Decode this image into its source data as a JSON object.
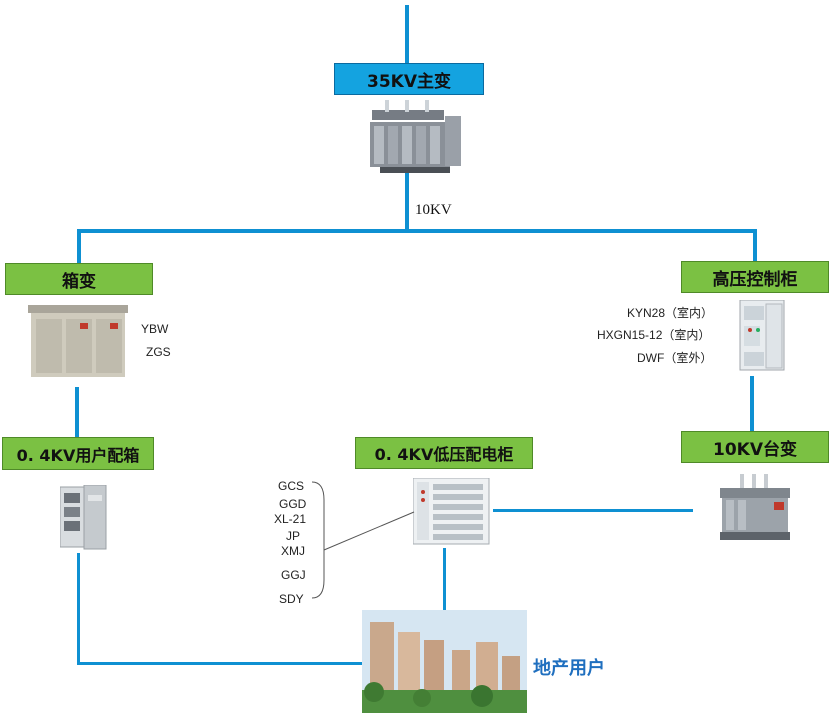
{
  "nodes": {
    "main_transformer": "35KV主变",
    "box_substation": "箱变",
    "hv_cabinet": "高压控制柜",
    "user_box": "0. 4KV用户配箱",
    "lv_cabinet": "0. 4KV低压配电柜",
    "pole_transformer": "10KV台变",
    "real_estate_user": "地产用户"
  },
  "voltage_label": "10KV",
  "box_substation_models": [
    "YBW",
    "ZGS"
  ],
  "hv_cabinet_models": [
    "KYN28（室内）",
    "HXGN15-12（室内）",
    "DWF（室外）"
  ],
  "lv_cabinet_models": [
    "GCS",
    "GGD",
    "XL-21",
    "JP",
    "XMJ",
    "GGJ",
    "SDY"
  ],
  "colors": {
    "line": "#0e90d2",
    "blue_box": "#14a3e0",
    "green_box": "#7bc143",
    "user_text": "#1f6fbf"
  }
}
